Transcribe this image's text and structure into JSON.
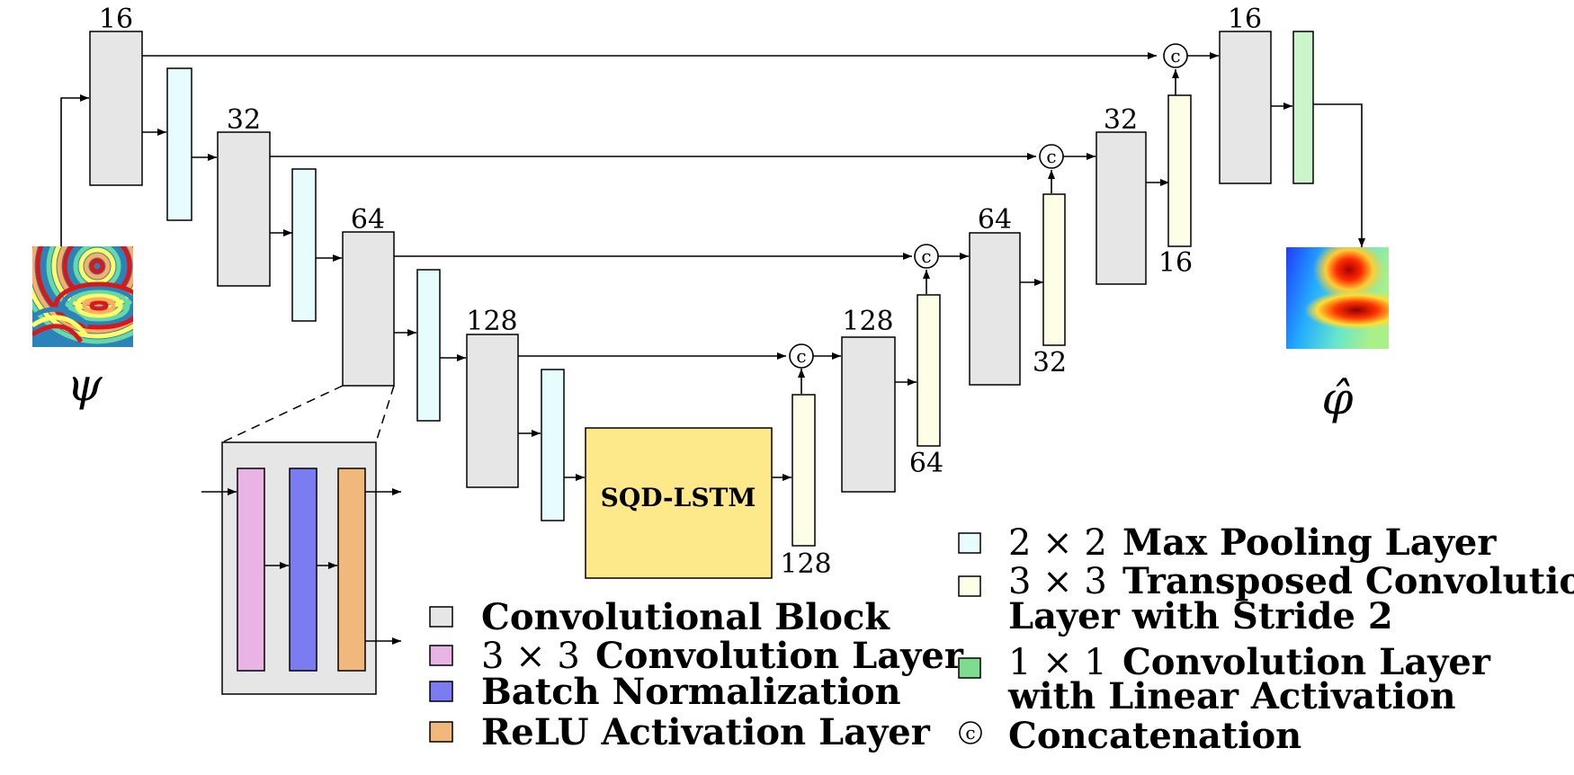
{
  "colors": {
    "conv_block": "#e6e6e6",
    "conv_layer": "#e9b3e6",
    "batch_norm": "#7b7bf2",
    "relu": "#f0b97b",
    "max_pool": "#e6fcfd",
    "transposed": "#fefee6",
    "conv1x1": "#ccf5cc",
    "lstm": "#fde98a"
  },
  "filters": {
    "enc1": "16",
    "enc2": "32",
    "enc3": "64",
    "enc4": "128",
    "dec4": "128",
    "dec3": "64",
    "dec2": "32",
    "dec1": "16",
    "up4": "128",
    "up3": "64",
    "up2": "32",
    "up1": "16"
  },
  "input_symbol": "ψ",
  "output_symbol": "φ̂",
  "lstm_label": "SQD-LSTM",
  "concat_symbol": "c",
  "legend": {
    "conv_block": "Convolutional Block",
    "conv_layer_math": "3 × 3",
    "conv_layer": "Convolution Layer",
    "batch_norm": "Batch Normalization",
    "relu": "ReLU Activation Layer",
    "maxpool_math": "2 × 2",
    "maxpool": "Max Pooling Layer",
    "transposed_math": "3 × 3",
    "transposed_line1": "Transposed Convolution",
    "transposed_line2": "Layer with Stride 2",
    "conv1x1_math": "1 × 1",
    "conv1x1_line1": "Convolution Layer",
    "conv1x1_line2": "with Linear Activation",
    "concat_symbol": "c",
    "concat": "Concatenation"
  }
}
